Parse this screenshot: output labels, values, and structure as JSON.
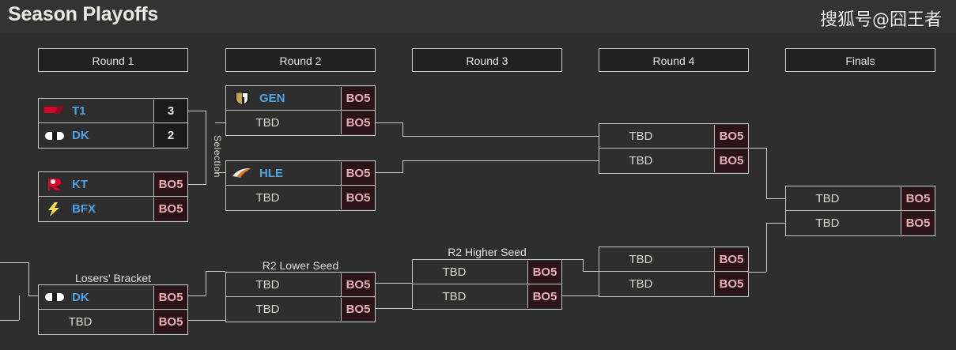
{
  "header": {
    "title": "Season Playoffs",
    "watermark": "搜狐号@囧王者"
  },
  "rounds": [
    {
      "label": "Round 1"
    },
    {
      "label": "Round 2"
    },
    {
      "label": "Round 3"
    },
    {
      "label": "Round 4"
    },
    {
      "label": "Finals"
    }
  ],
  "captions": {
    "selection": "Selection",
    "losers_bracket": "Losers' Bracket",
    "r2_lower_seed": "R2 Lower Seed",
    "r2_higher_seed": "R2 Higher Seed"
  },
  "matches": {
    "r1m1": {
      "top": {
        "team": "T1",
        "logo": "t1-logo",
        "score": "3"
      },
      "bottom": {
        "team": "DK",
        "logo": "dk-logo",
        "score": "2"
      }
    },
    "r1m2": {
      "top": {
        "team": "KT",
        "logo": "kt-logo",
        "score": "BO5"
      },
      "bottom": {
        "team": "BFX",
        "logo": "bfx-logo",
        "score": "BO5"
      }
    },
    "r2m1": {
      "top": {
        "team": "GEN",
        "logo": "gen-logo",
        "score": "BO5"
      },
      "bottom": {
        "team": "TBD",
        "logo": "",
        "score": "BO5"
      }
    },
    "r2m2": {
      "top": {
        "team": "HLE",
        "logo": "hle-logo",
        "score": "BO5"
      },
      "bottom": {
        "team": "TBD",
        "logo": "",
        "score": "BO5"
      }
    },
    "lb1": {
      "top": {
        "team": "DK",
        "logo": "dk-logo",
        "score": "BO5"
      },
      "bottom": {
        "team": "TBD",
        "logo": "",
        "score": "BO5"
      }
    },
    "r2lower": {
      "top": {
        "team": "TBD",
        "logo": "",
        "score": "BO5"
      },
      "bottom": {
        "team": "TBD",
        "logo": "",
        "score": "BO5"
      }
    },
    "r2higher": {
      "top": {
        "team": "TBD",
        "logo": "",
        "score": "BO5"
      },
      "bottom": {
        "team": "TBD",
        "logo": "",
        "score": "BO5"
      }
    },
    "r3m1": {
      "top": {
        "team": "TBD",
        "logo": "",
        "score": "BO5"
      },
      "bottom": {
        "team": "TBD",
        "logo": "",
        "score": "BO5"
      }
    },
    "r4m1": {
      "top": {
        "team": "TBD",
        "logo": "",
        "score": "BO5"
      },
      "bottom": {
        "team": "TBD",
        "logo": "",
        "score": "BO5"
      }
    },
    "r4m2": {
      "top": {
        "team": "TBD",
        "logo": "",
        "score": "BO5"
      },
      "bottom": {
        "team": "TBD",
        "logo": "",
        "score": "BO5"
      }
    },
    "finals": {
      "top": {
        "team": "TBD",
        "logo": "",
        "score": "BO5"
      },
      "bottom": {
        "team": "TBD",
        "logo": "",
        "score": "BO5"
      }
    }
  },
  "colors": {
    "background": "#2e2e2e",
    "title_bar": "#333333",
    "border": "#c6c6c6",
    "team_name": "#4fa3e3",
    "bo_text": "#e9aebb",
    "bo_background": "#2a1419",
    "connector": "#cfcdc8"
  }
}
